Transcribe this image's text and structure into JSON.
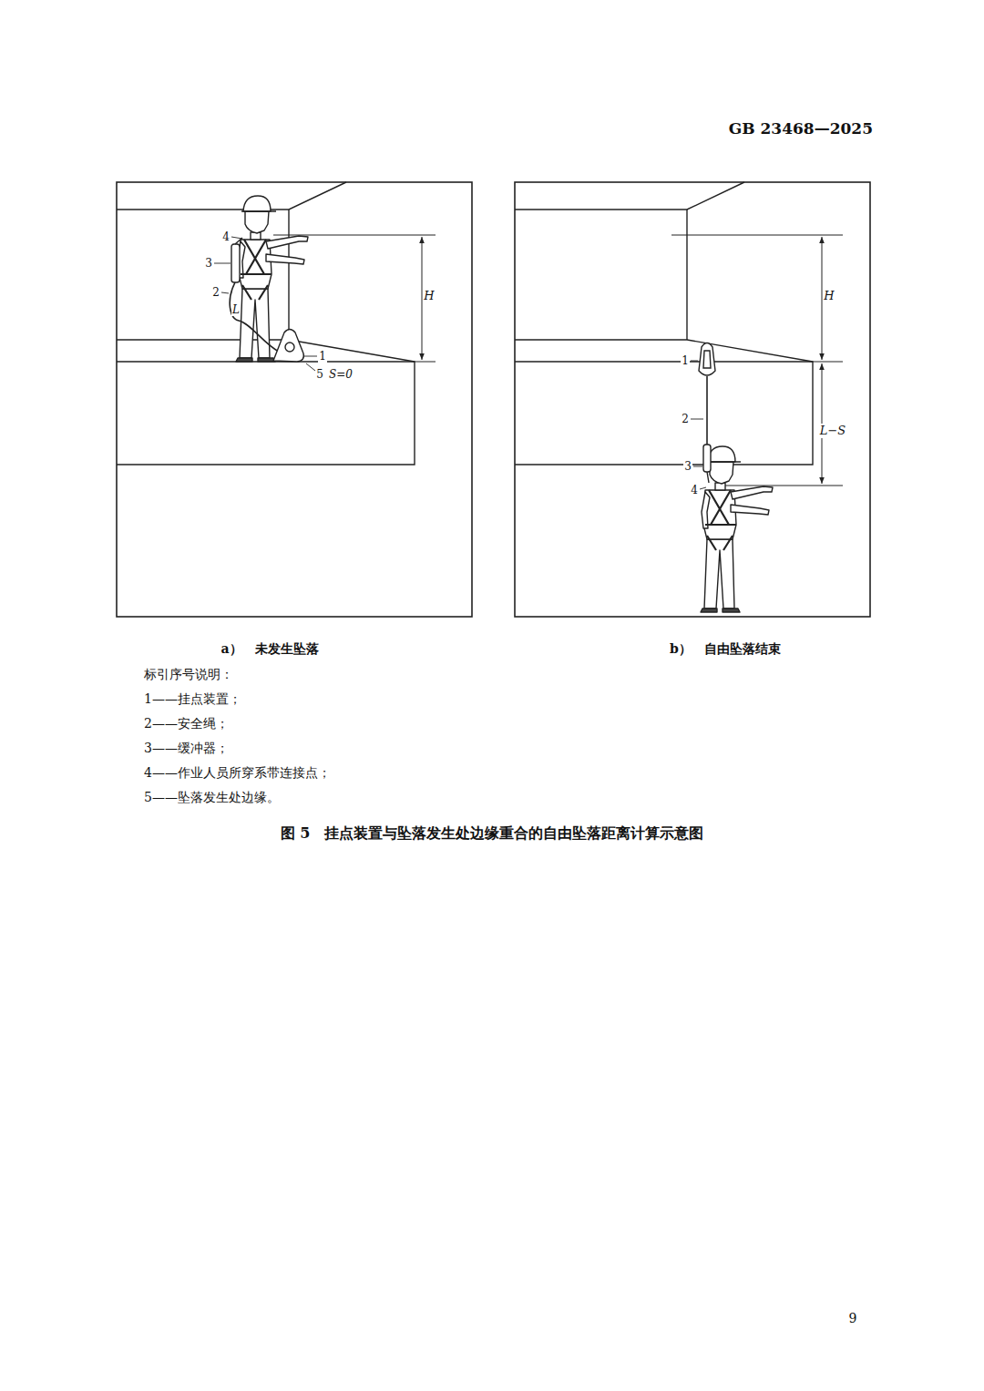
{
  "diagram": {
    "caption": "图 5　挂点装置与坠落发生处边缘重合的自由坠落距离计算示意图",
    "labels": [
      "GB 23468—2025",
      "4",
      "3",
      "2",
      "L",
      "1",
      "5",
      "S=0",
      "H",
      "H",
      "1",
      "2",
      "L−S",
      "3",
      "4",
      "a）　未发生坠落",
      "b）　自由坠落结束",
      "标引序号说明：",
      "1——挂点装置；",
      "2——安全绳；",
      "3——缓冲器；",
      "4——作业人员所穿系带连接点；",
      "5——坠落发生处边缘。",
      "9"
    ]
  }
}
